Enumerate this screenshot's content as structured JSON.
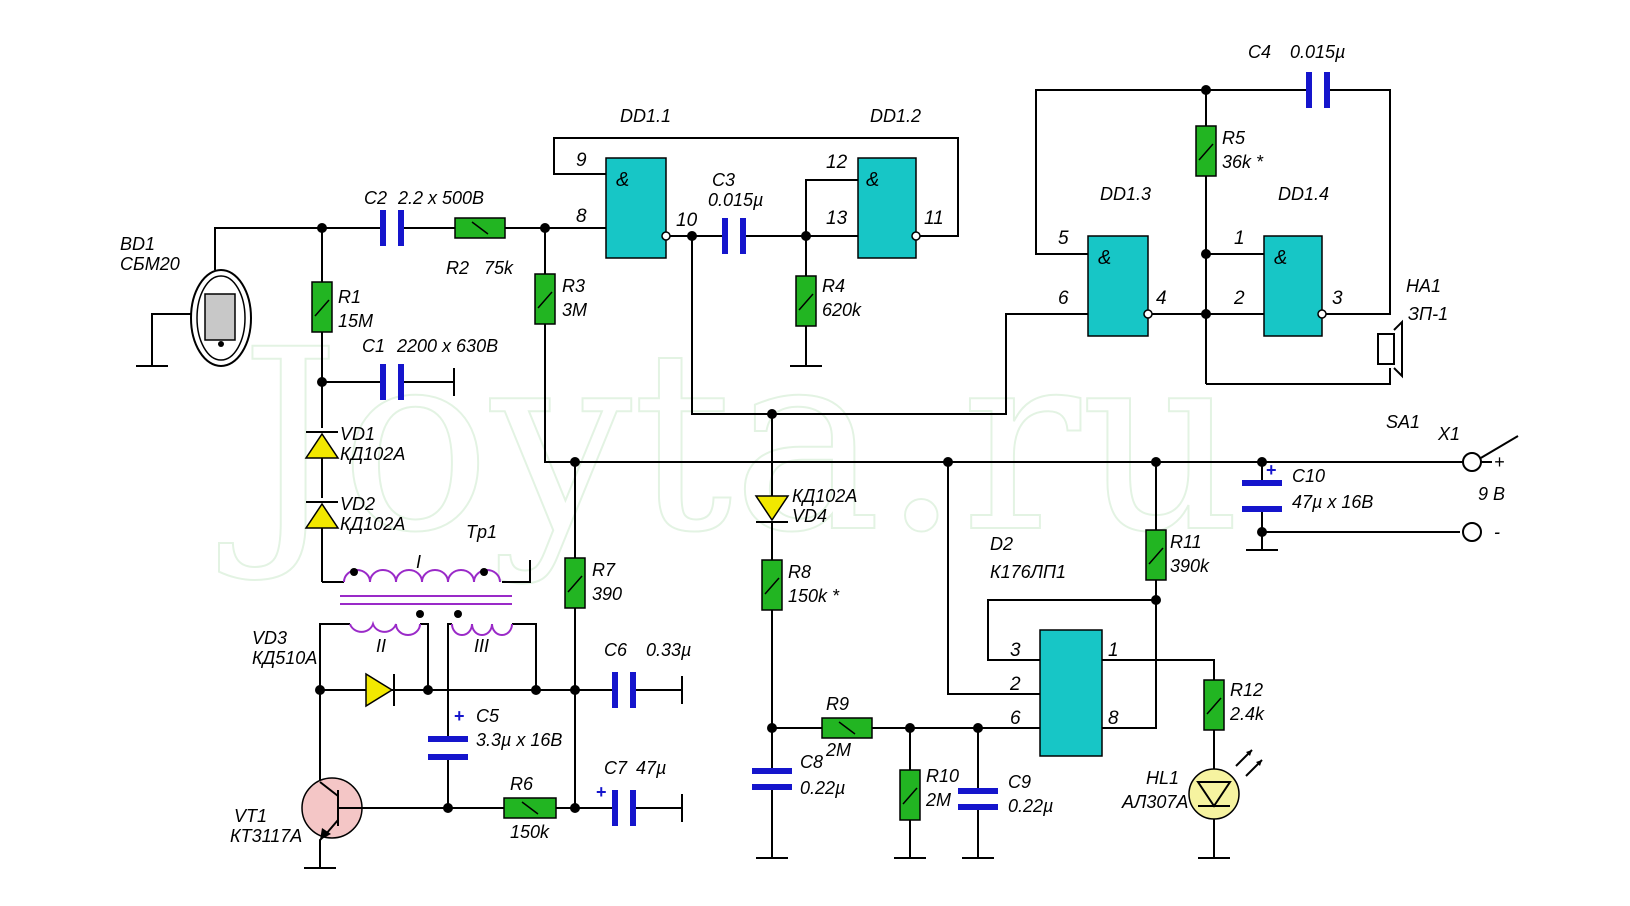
{
  "watermark": "Joyta.ru",
  "components": {
    "BD1": {
      "ref": "BD1",
      "value": "СБМ20"
    },
    "R1": {
      "ref": "R1",
      "value": "15M"
    },
    "R2": {
      "ref": "R2",
      "value": "75k"
    },
    "R3": {
      "ref": "R3",
      "value": "3M"
    },
    "R4": {
      "ref": "R4",
      "value": "620k"
    },
    "R5": {
      "ref": "R5",
      "value": "36k *"
    },
    "R6": {
      "ref": "R6",
      "value": "150k"
    },
    "R7": {
      "ref": "R7",
      "value": "390"
    },
    "R8": {
      "ref": "R8",
      "value": "150k *"
    },
    "R9": {
      "ref": "R9",
      "value": "2M"
    },
    "R10": {
      "ref": "R10",
      "value": "2M"
    },
    "R11": {
      "ref": "R11",
      "value": "390k"
    },
    "R12": {
      "ref": "R12",
      "value": "2.4k"
    },
    "C1": {
      "ref": "C1",
      "value": "2200 x 630B"
    },
    "C2": {
      "ref": "C2",
      "value": "2.2 x 500B"
    },
    "C3": {
      "ref": "C3",
      "value": "0.015µ"
    },
    "C4": {
      "ref": "C4",
      "value": "0.015µ"
    },
    "C5": {
      "ref": "C5",
      "value": "3.3µ x 16B"
    },
    "C6": {
      "ref": "C6",
      "value": "0.33µ"
    },
    "C7": {
      "ref": "C7",
      "value": "47µ"
    },
    "C8": {
      "ref": "C8",
      "value": "0.22µ"
    },
    "C9": {
      "ref": "C9",
      "value": "0.22µ"
    },
    "C10": {
      "ref": "C10",
      "value": "47µ x 16B"
    },
    "VD1": {
      "ref": "VD1",
      "value": "КД102А"
    },
    "VD2": {
      "ref": "VD2",
      "value": "КД102А"
    },
    "VD3": {
      "ref": "VD3",
      "value": "КД510А"
    },
    "VD4": {
      "ref": "VD4",
      "value": "КД102А"
    },
    "VT1": {
      "ref": "VT1",
      "value": "КТ3117А"
    },
    "HL1": {
      "ref": "HL1",
      "value": "АЛ307А"
    },
    "HA1": {
      "ref": "HA1",
      "value": "ЗП-1"
    },
    "D2": {
      "ref": "D2",
      "value": "К176ЛП1"
    },
    "Tp1": {
      "ref": "Tp1",
      "windings": [
        "I",
        "II",
        "III"
      ]
    },
    "SA1": {
      "ref": "SA1"
    },
    "X1": {
      "ref": "X1",
      "voltage": "9 B",
      "plus": "+",
      "minus": "-"
    }
  },
  "gates": {
    "DD1_1": {
      "name": "DD1.1",
      "symbol": "&",
      "pins": [
        "9",
        "8",
        "10"
      ]
    },
    "DD1_2": {
      "name": "DD1.2",
      "symbol": "&",
      "pins": [
        "12",
        "13",
        "11"
      ]
    },
    "DD1_3": {
      "name": "DD1.3",
      "symbol": "&",
      "pins": [
        "5",
        "6",
        "4"
      ]
    },
    "DD1_4": {
      "name": "DD1.4",
      "symbol": "&",
      "pins": [
        "1",
        "2",
        "3"
      ]
    }
  },
  "d2_pins": [
    "3",
    "2",
    "6",
    "1",
    "8"
  ],
  "polarity_mark": "+"
}
